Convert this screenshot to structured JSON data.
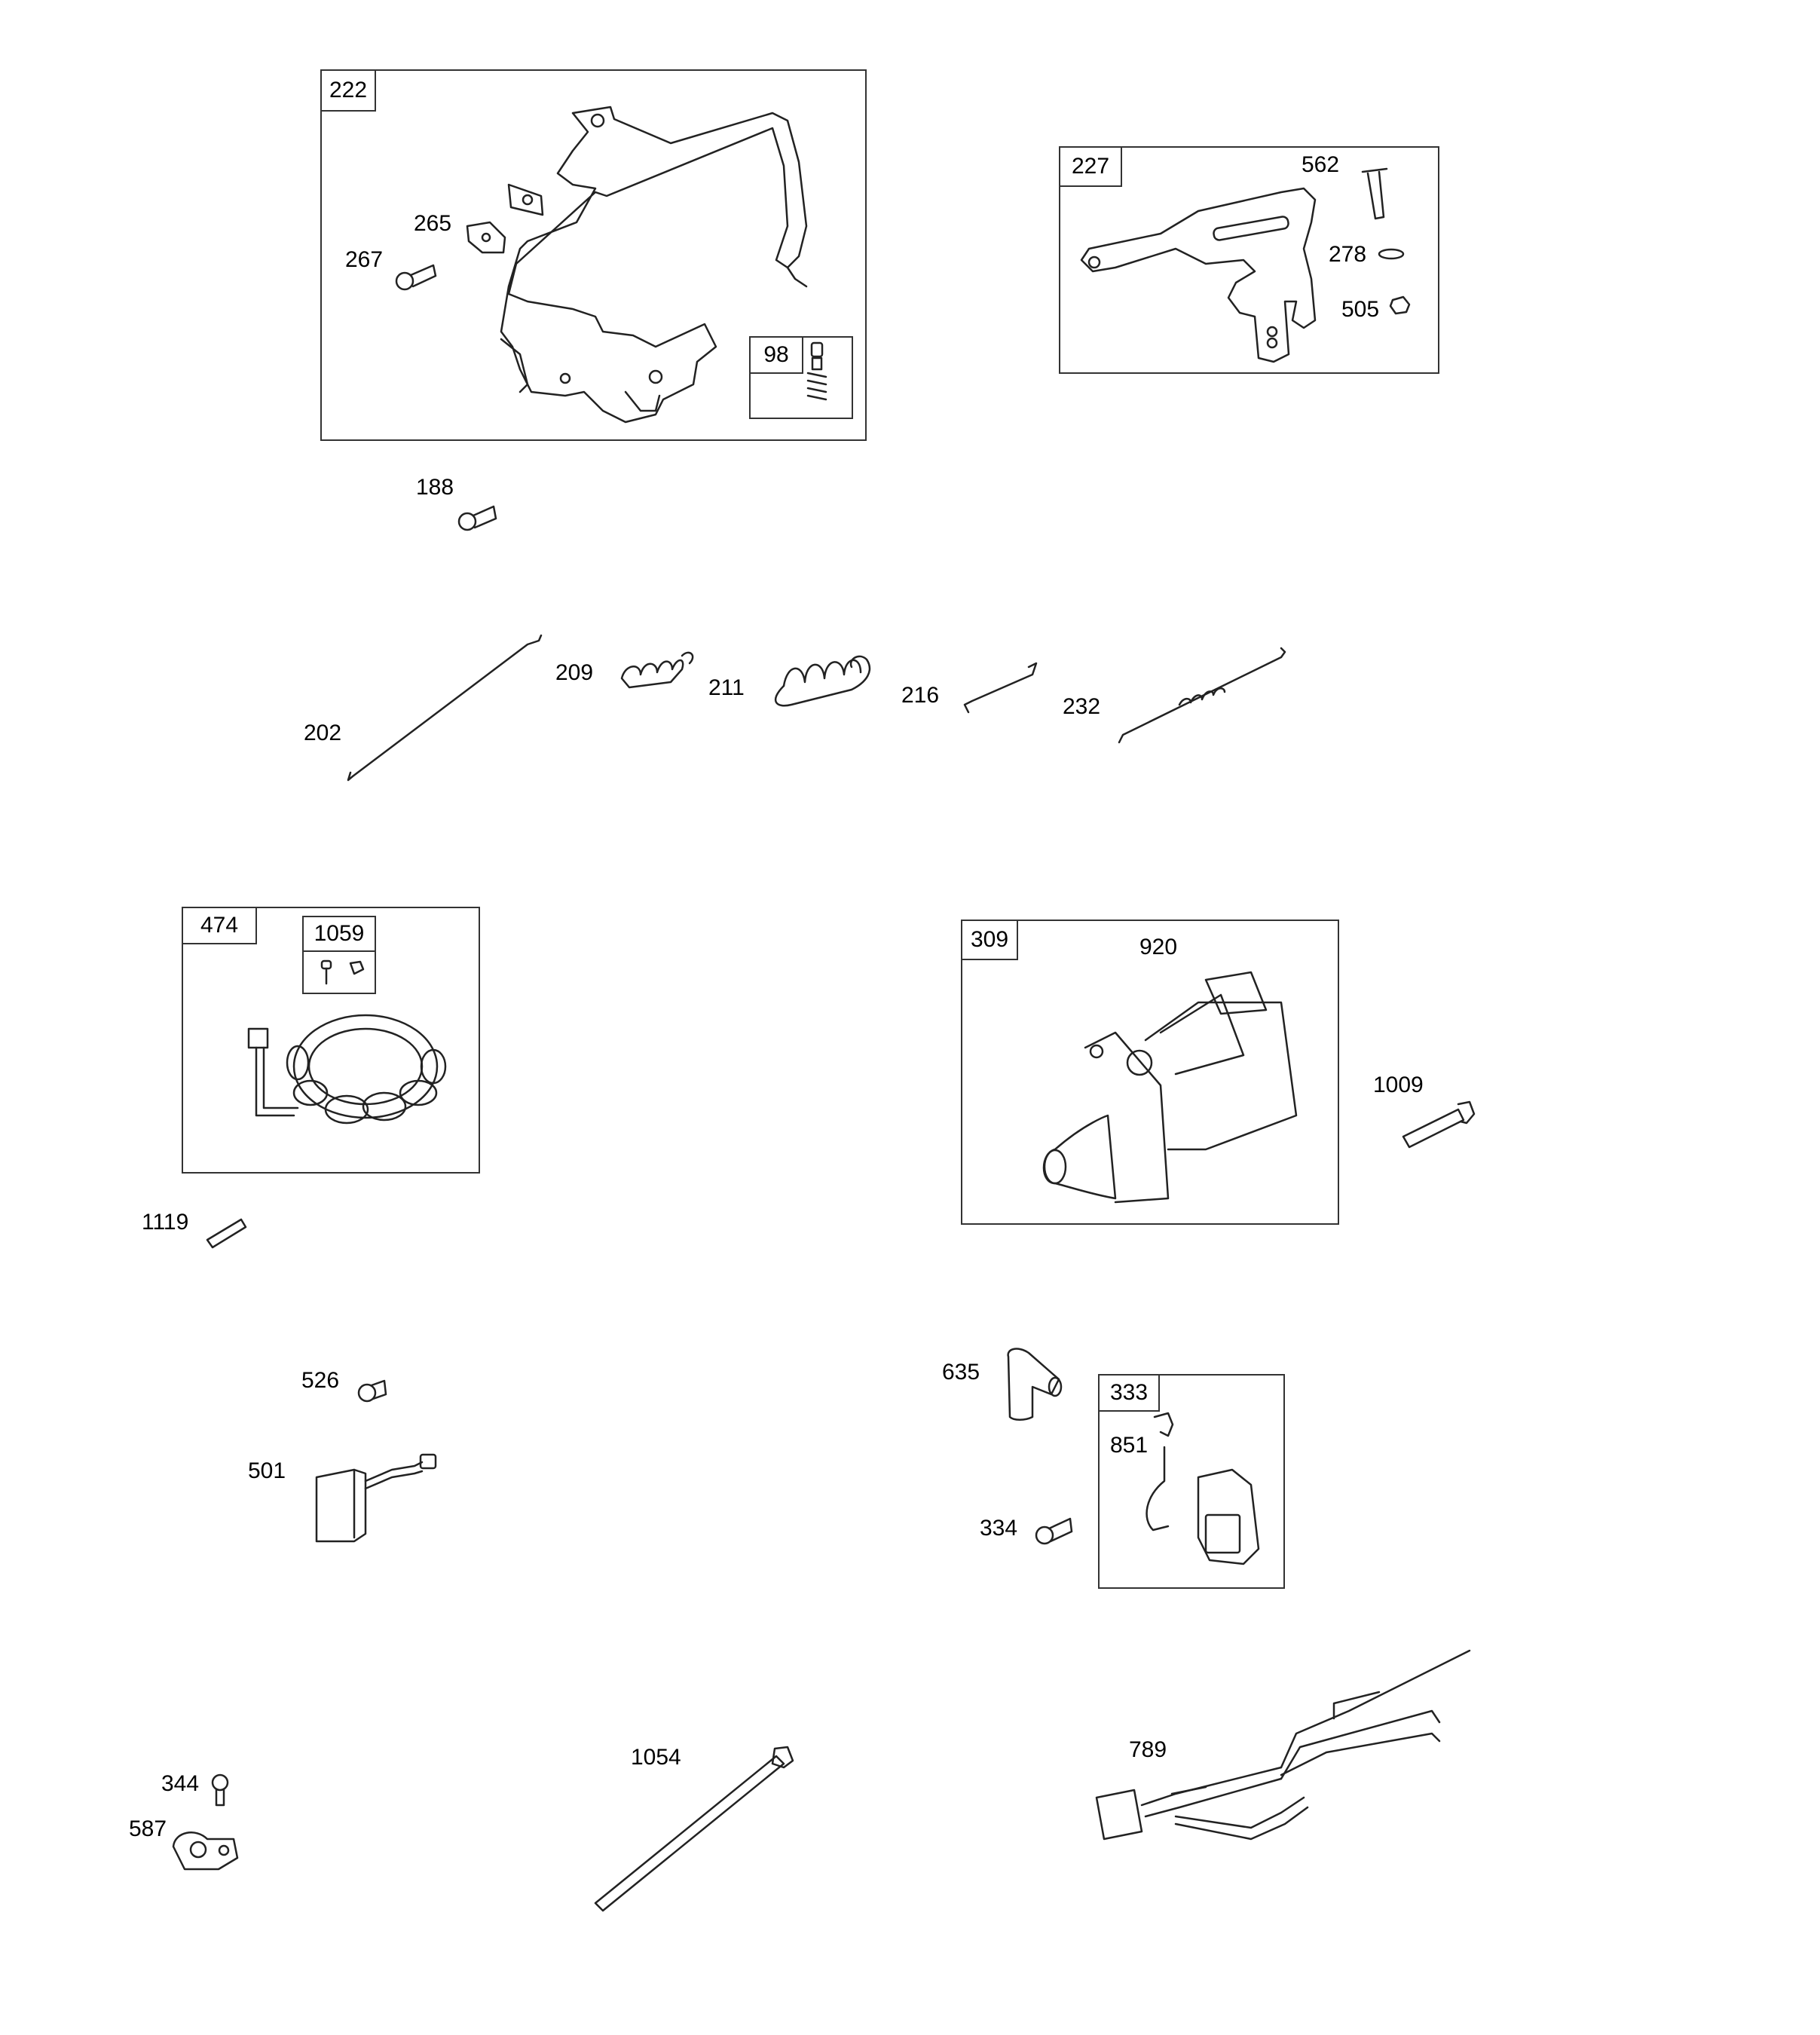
{
  "diagram": {
    "groups": {
      "g222": "222",
      "g98": "98",
      "g227": "227",
      "g474": "474",
      "g1059": "1059",
      "g309": "309",
      "g333": "333"
    },
    "parts": {
      "p265": "265",
      "p267": "267",
      "p188": "188",
      "p562": "562",
      "p278": "278",
      "p505": "505",
      "p202": "202",
      "p209": "209",
      "p211": "211",
      "p216": "216",
      "p232": "232",
      "p920": "920",
      "p1009": "1009",
      "p1119": "1119",
      "p526": "526",
      "p501": "501",
      "p635": "635",
      "p851": "851",
      "p334": "334",
      "p344": "344",
      "p587": "587",
      "p1054": "1054",
      "p789": "789"
    }
  }
}
